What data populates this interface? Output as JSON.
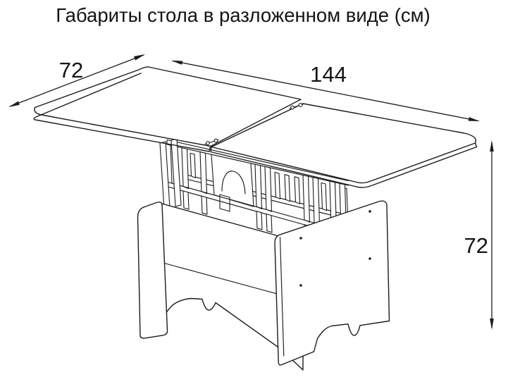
{
  "title": "Габариты стола в разложенном виде (см)",
  "dimensions": {
    "depth": "72",
    "length": "144",
    "height": "72"
  },
  "style": {
    "line_color": "#1c1c1c",
    "background_color": "#ffffff"
  }
}
